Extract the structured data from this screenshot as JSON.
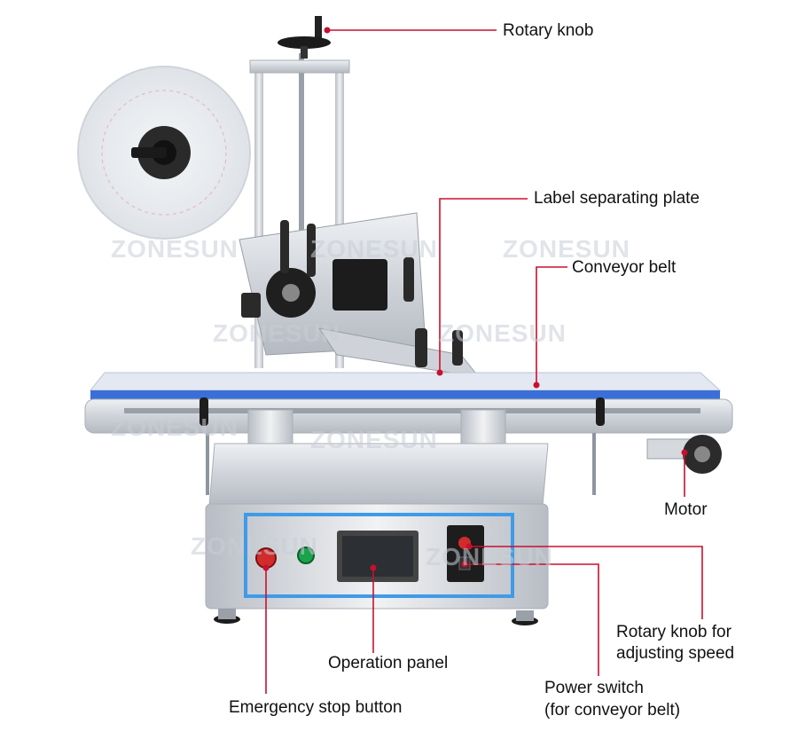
{
  "watermark": "ZONESUN",
  "colors": {
    "callout": "#c8102e",
    "frame": "#d7dbe0",
    "belt": "#3a6fd8",
    "trim": "#3f9be8"
  },
  "callouts": [
    {
      "id": "rotary-knob",
      "lines": [
        "Rotary knob"
      ]
    },
    {
      "id": "label-separating-plate",
      "lines": [
        "Label separating plate"
      ]
    },
    {
      "id": "conveyor-belt",
      "lines": [
        "Conveyor belt"
      ]
    },
    {
      "id": "motor",
      "lines": [
        "Motor"
      ]
    },
    {
      "id": "rotary-knob-speed",
      "lines": [
        "Rotary knob for",
        "adjusting speed"
      ]
    },
    {
      "id": "power-switch",
      "lines": [
        "Power switch",
        "(for conveyor belt)"
      ]
    },
    {
      "id": "operation-panel",
      "lines": [
        "Operation panel"
      ]
    },
    {
      "id": "emergency-stop-button",
      "lines": [
        "Emergency stop button"
      ]
    }
  ]
}
